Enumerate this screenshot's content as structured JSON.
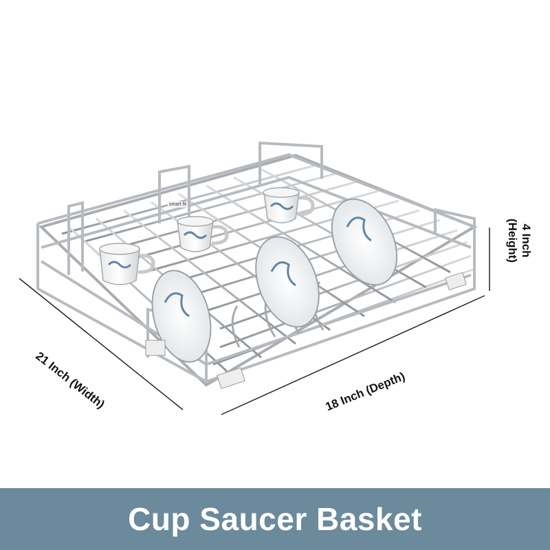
{
  "product": {
    "title": "Cup Saucer Basket",
    "brand_label": "smart fit"
  },
  "dimensions": {
    "width": "21 Inch (Width)",
    "depth": "18 Inch (Depth)",
    "height_line1": "4 Inch",
    "height_line2": "(Height)"
  },
  "colors": {
    "banner": "#6b8a9c",
    "banner_text": "#ffffff",
    "wire": "#9ea3a8",
    "dim_text": "#111111"
  }
}
